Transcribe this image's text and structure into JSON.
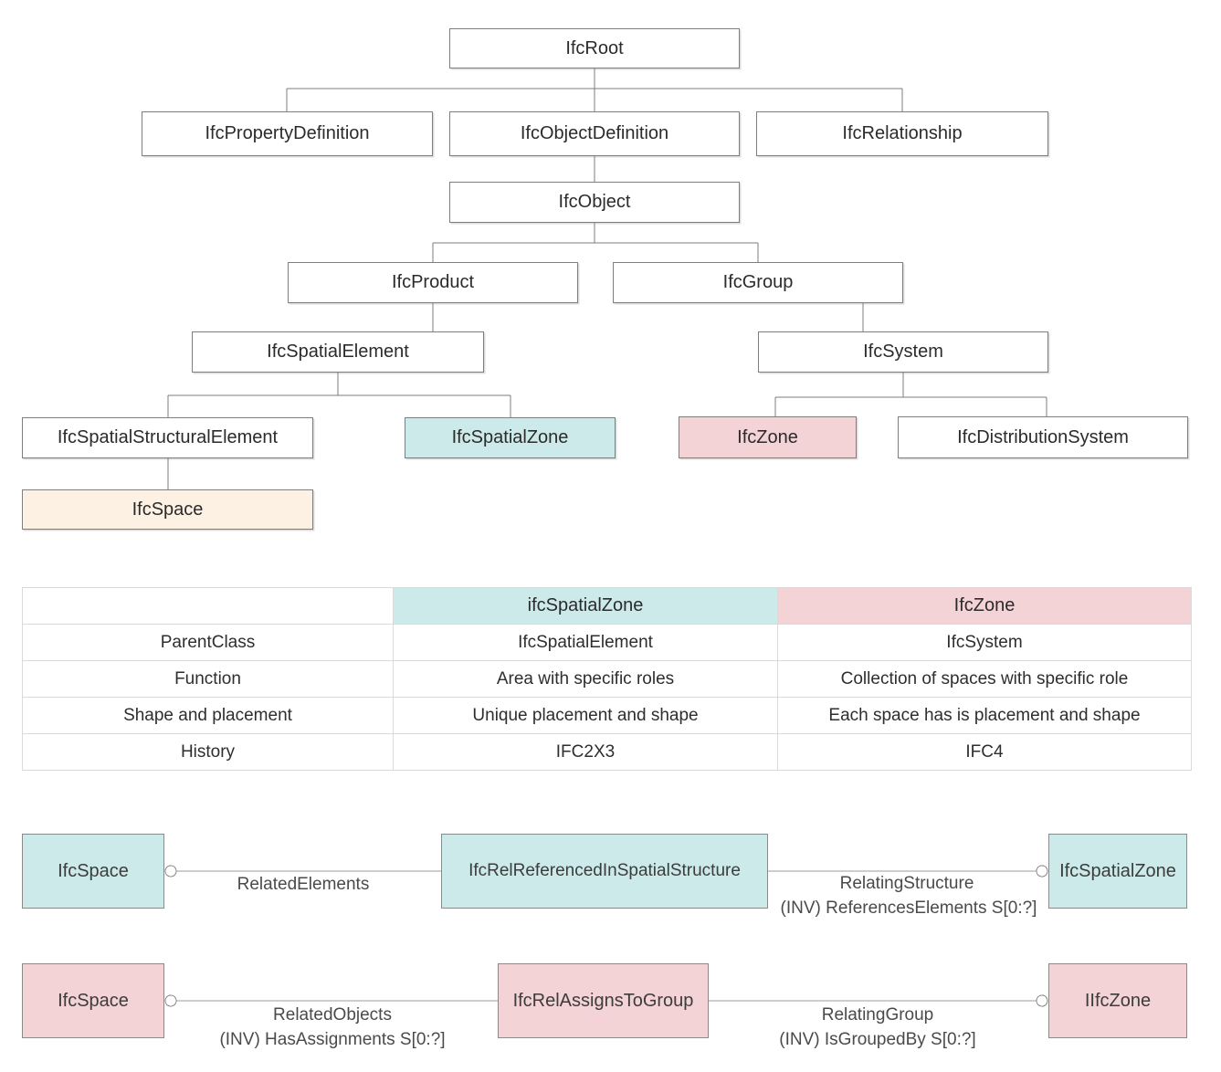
{
  "palette": {
    "teal": "#cdeaea",
    "pink": "#f3d3d5",
    "cream": "#fdf1e4",
    "box_border": "#7e7e7e",
    "tree_line": "#7e7e7e",
    "relation_line": "#9c9c9c",
    "table_border": "#dadada"
  },
  "tree": {
    "nodes": [
      {
        "label": "IfcRoot",
        "fill": "white"
      },
      {
        "label": "IfcPropertyDefinition",
        "fill": "white"
      },
      {
        "label": "IfcObjectDefinition",
        "fill": "white"
      },
      {
        "label": "IfcRelationship",
        "fill": "white"
      },
      {
        "label": "IfcObject",
        "fill": "white"
      },
      {
        "label": "IfcProduct",
        "fill": "white"
      },
      {
        "label": "IfcGroup",
        "fill": "white"
      },
      {
        "label": "IfcSpatialElement",
        "fill": "white"
      },
      {
        "label": "IfcSystem",
        "fill": "white"
      },
      {
        "label": "IfcSpatialStructuralElement",
        "fill": "white"
      },
      {
        "label": "IfcSpatialZone",
        "fill": "teal"
      },
      {
        "label": "IfcZone",
        "fill": "pink"
      },
      {
        "label": "IfcDistributionSystem",
        "fill": "white"
      },
      {
        "label": "IfcSpace",
        "fill": "cream"
      }
    ]
  },
  "comparison_table": {
    "headers": [
      "",
      "ifcSpatialZone",
      "IfcZone"
    ],
    "rows": [
      {
        "attribute": "ParentClass",
        "spatial_zone": "IfcSpatialElement",
        "zone": "IfcSystem"
      },
      {
        "attribute": "Function",
        "spatial_zone": "Area with specific roles",
        "zone": "Collection of spaces with specific role"
      },
      {
        "attribute": "Shape and placement",
        "spatial_zone": "Unique placement and shape",
        "zone": "Each space has is placement and shape"
      },
      {
        "attribute": "History",
        "spatial_zone": "IFC2X3",
        "zone": "IFC4"
      }
    ]
  },
  "relations": [
    {
      "left_box": "IfcSpace",
      "middle_box": "IfcRelReferencedInSpatialStructure",
      "right_box": "IfcSpatialZone",
      "left_edge_label": "RelatedElements",
      "right_edge_label": "RelatingStructure",
      "right_edge_sublabel": "(INV) ReferencesElements S[0:?]"
    },
    {
      "left_box": "IfcSpace",
      "middle_box": "IfcRelAssignsToGroup",
      "right_box": "IIfcZone",
      "left_edge_label": "RelatedObjects",
      "left_edge_sublabel": "(INV) HasAssignments S[0:?]",
      "right_edge_label": "RelatingGroup",
      "right_edge_sublabel": "(INV) IsGroupedBy S[0:?]"
    }
  ]
}
